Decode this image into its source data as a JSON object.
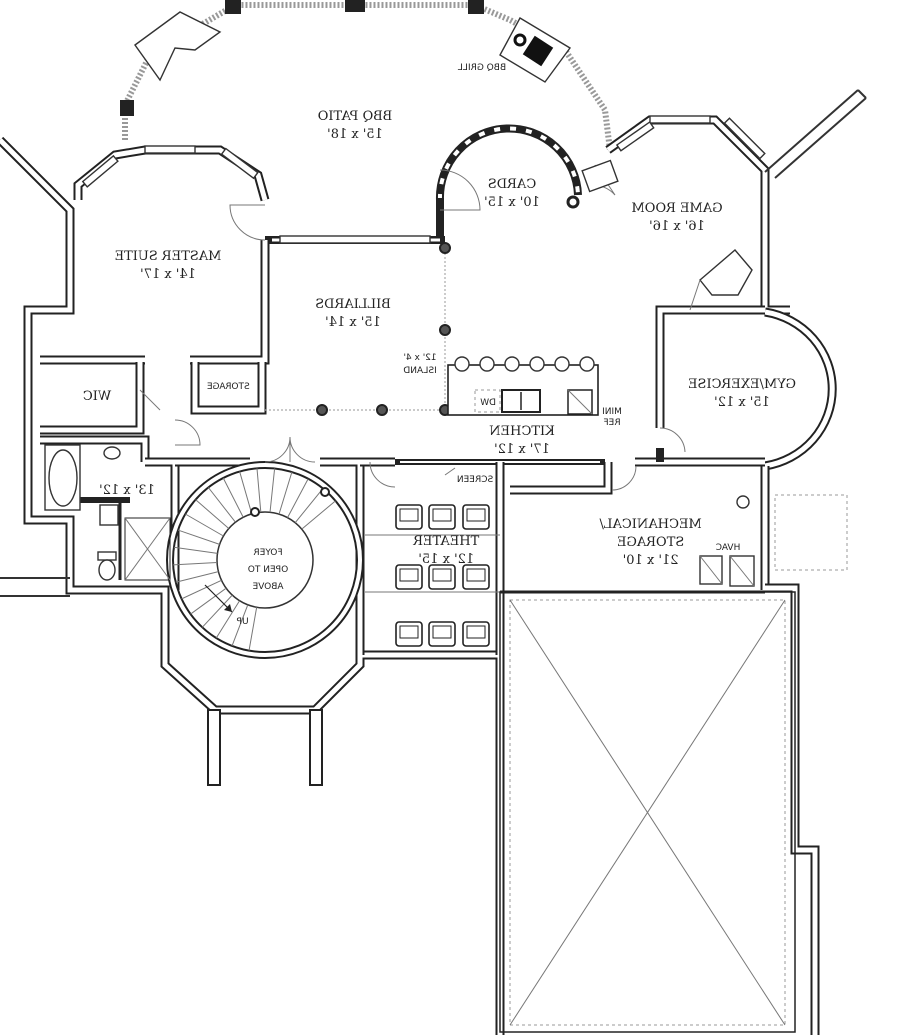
{
  "rooms": {
    "bbq_patio": {
      "name": "BBQ PATIO",
      "size": "15' x 18'"
    },
    "cards": {
      "name": "CARDS",
      "size": "10' x 15'"
    },
    "game_room": {
      "name": "GAME ROOM",
      "size": "16' x 16'"
    },
    "master_suite": {
      "name": "MASTER SUITE",
      "size": "14' x 17'"
    },
    "billiards": {
      "name": "BILLIARDS",
      "size": "15' x 14'"
    },
    "gym": {
      "name": "GYM/EXERCISE",
      "size": "15' x 12'"
    },
    "kitchen": {
      "name": "KITCHEN",
      "size": "17' x 12'"
    },
    "mechanical": {
      "name": "MECHANICAL/",
      "name2": "STORAGE",
      "size": "21' x 10'"
    },
    "theater": {
      "name": "THEATER",
      "size": "12' x 15'"
    },
    "foyer": {
      "line1": "FOYER",
      "line2": "OPEN TO",
      "line3": "ABOVE"
    },
    "bath": {
      "size": "13' x 12'"
    }
  },
  "labels": {
    "bbq_grill": "BBQ GRILL",
    "island": "12' x 4'",
    "island2": "ISLAND",
    "storage": "STORAGE",
    "wic": "WIC",
    "dw": "DW",
    "mini_ref": "MINI",
    "mini_ref2": "REF",
    "screen": "SCREEN",
    "hvac": "HVAC",
    "up": "UP"
  }
}
